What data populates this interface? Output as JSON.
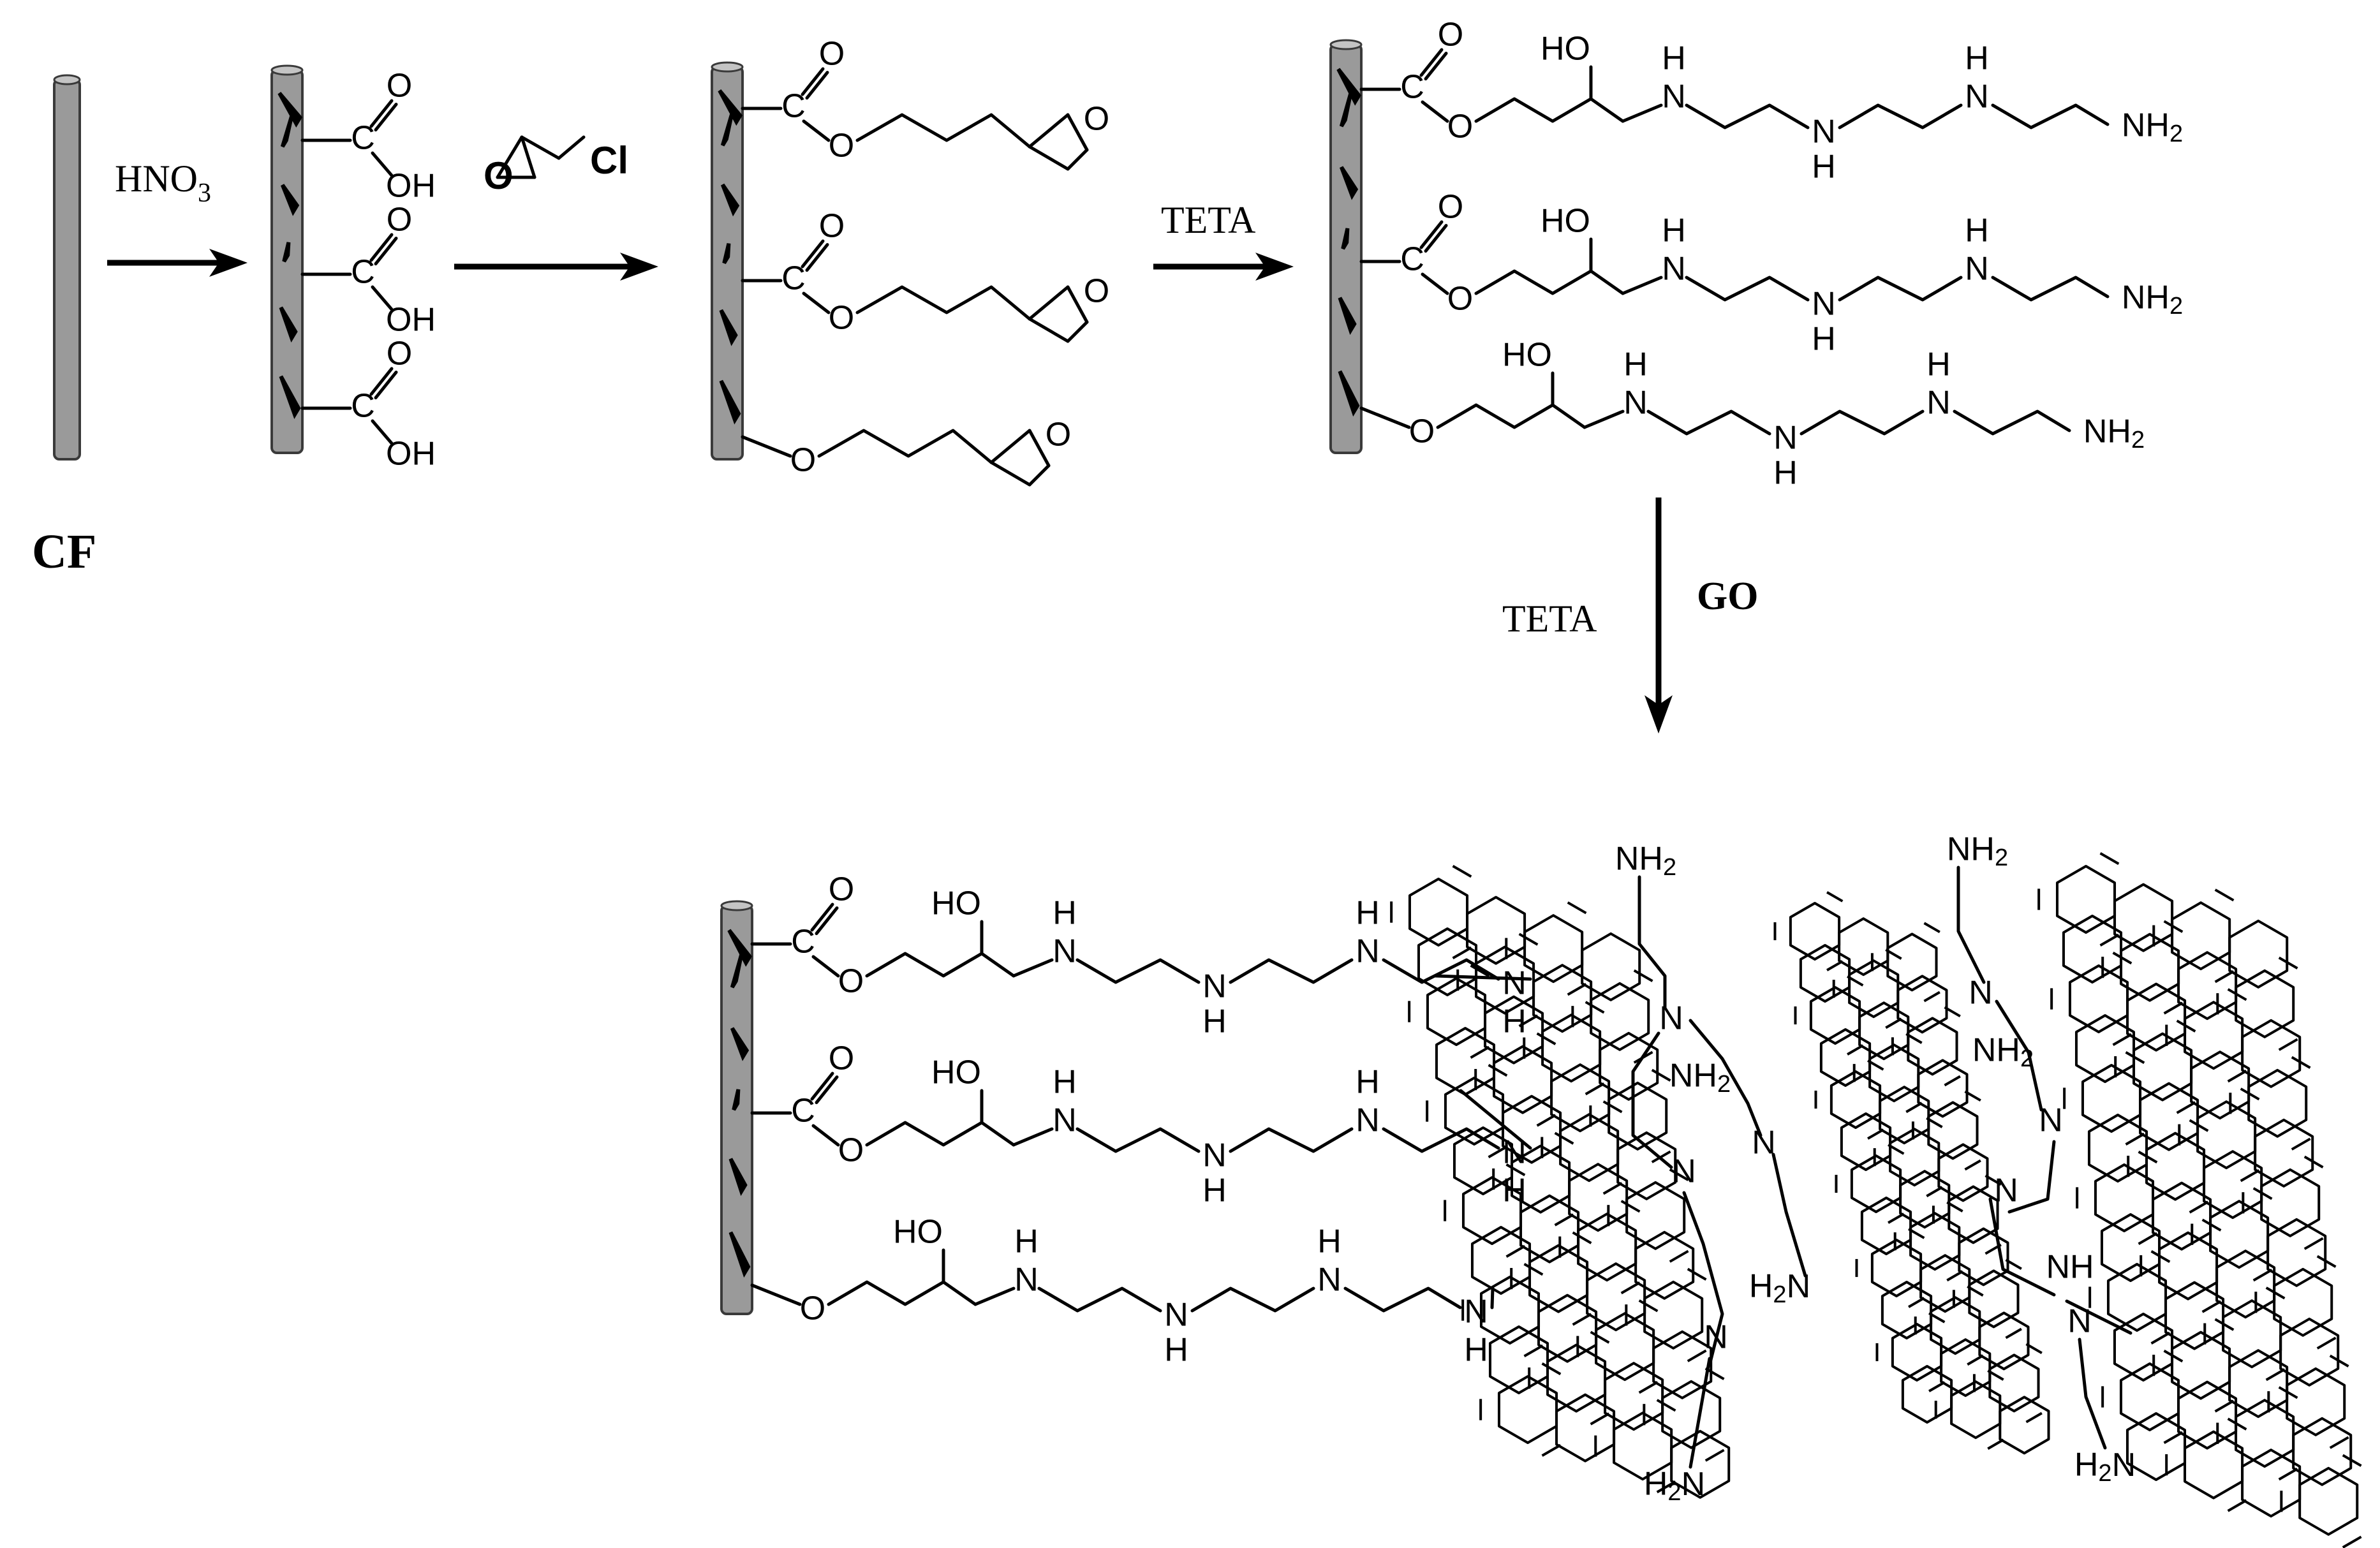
{
  "labels": {
    "cf": "CF",
    "hno3_base": "HNO",
    "hno3_sub": "3",
    "epichlorohydrin_o": "O",
    "epichlorohydrin_cl": "Cl",
    "teta_step3": "TETA",
    "teta_step4": "TETA",
    "go": "GO"
  },
  "atoms": {
    "c": "C",
    "o": "O",
    "oh": "OH",
    "ho": "HO",
    "n": "N",
    "h": "H",
    "nh2": "NH2",
    "h2n": "H2N",
    "nh": "NH"
  },
  "colors": {
    "fiber_fill": "#9a9a9a",
    "fiber_stroke": "#3a3a3a",
    "ink": "#000000"
  }
}
